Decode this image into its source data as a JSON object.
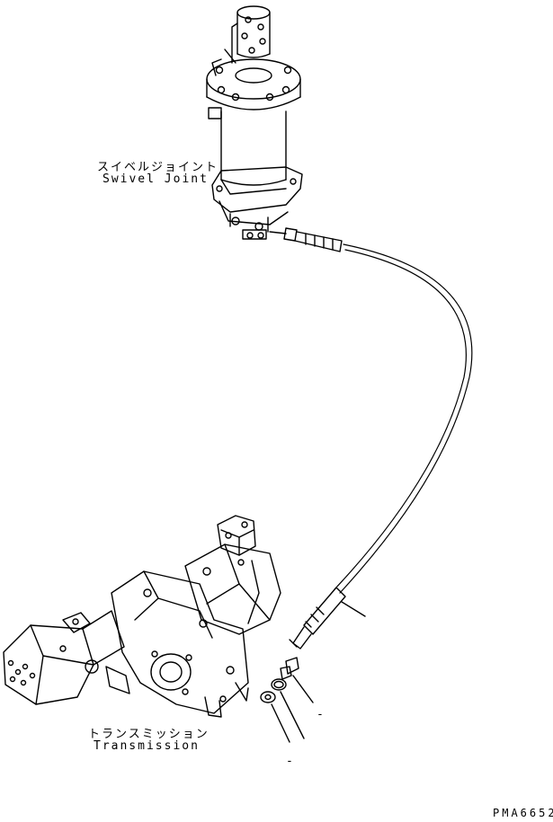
{
  "labels": {
    "swivel_jp": "スイベルジョイント",
    "swivel_en": "Swivel Joint",
    "trans_jp": "トランスミッション",
    "trans_en": "Transmission"
  },
  "drawing_code": "PMA6652",
  "callouts": [
    "-",
    "-"
  ]
}
